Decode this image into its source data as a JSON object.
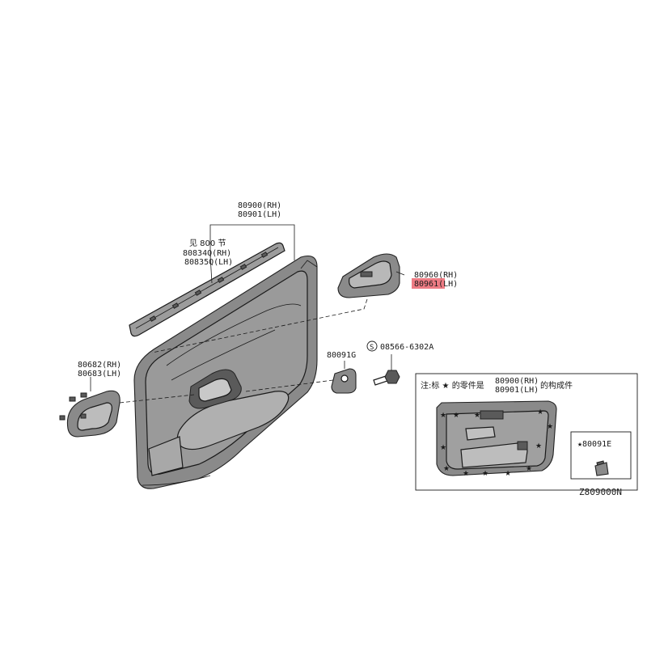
{
  "labels": {
    "trim_rh": "80900(RH)",
    "trim_lh": "80901(LH)",
    "see_section": "见 800 节",
    "molding_rh": "80834Q(RH)",
    "molding_lh": "80835Q(LH)",
    "switch_rh": "80960(RH)",
    "switch_lh": "80961(LH)",
    "clip_part": "80091G",
    "screw_part": "08566-6302A",
    "screw_symbol": "S",
    "handle_rh": "80682(RH)",
    "handle_lh": "80683(LH)",
    "note_prefix": "注:标 ★ 的零件是",
    "note_rh": "80900(RH)",
    "note_lh": "80901(LH)",
    "note_suffix": "的构成件",
    "star_clip": "★80091E",
    "diagram_code": "Z809000N"
  },
  "colors": {
    "highlight": "#e8505b",
    "ink": "#1a1a1a",
    "panel_gray": "#8a8a8a"
  }
}
